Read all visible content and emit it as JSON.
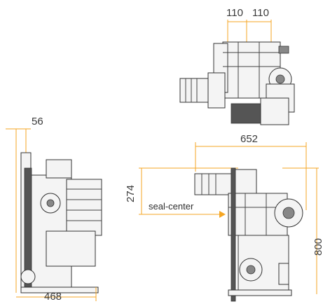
{
  "dimensions": {
    "top_left": "110",
    "top_right": "110",
    "side_width": "56",
    "side_length": "468",
    "front_width": "652",
    "front_height": "800",
    "seal_height": "274"
  },
  "labels": {
    "seal_center": "seal-center"
  },
  "colors": {
    "dimension_line": "#f5a623",
    "drawing_line": "#333333"
  }
}
